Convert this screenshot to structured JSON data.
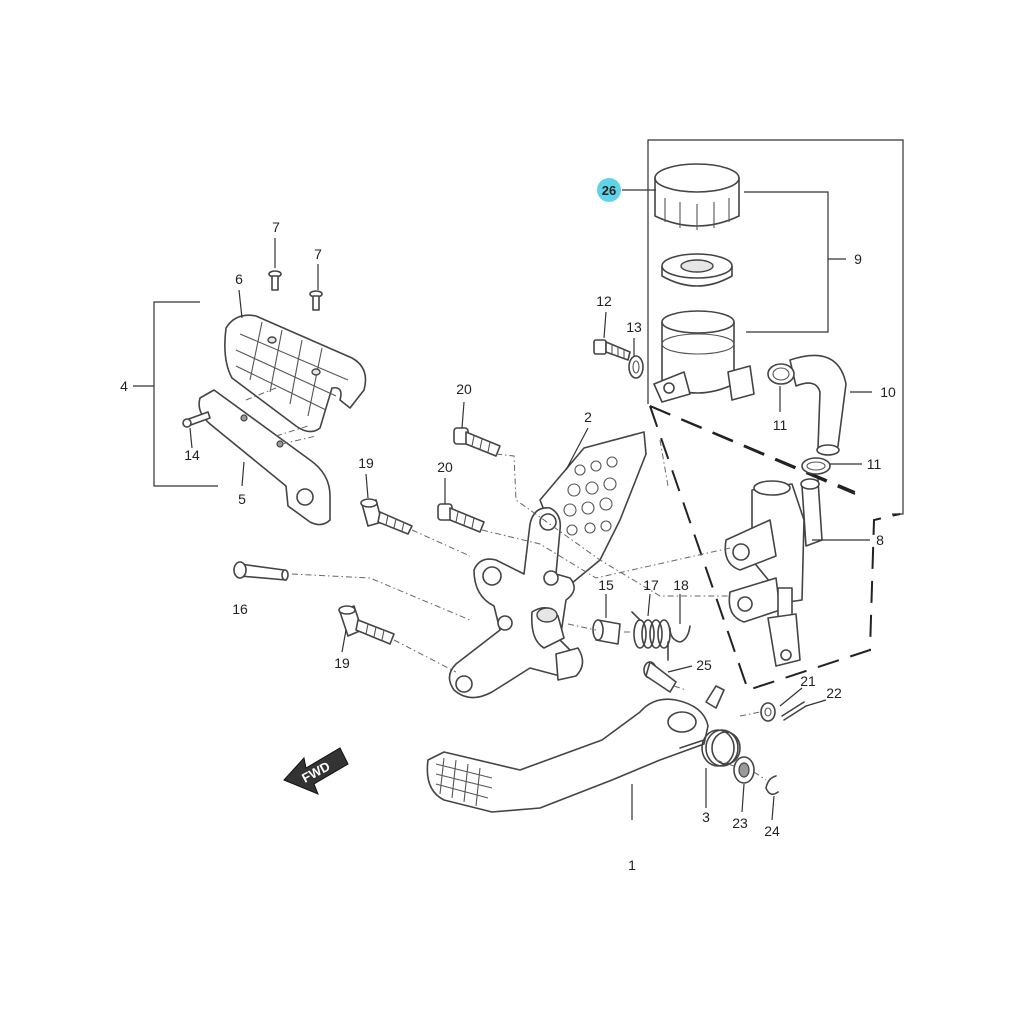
{
  "callouts": {
    "p1": "1",
    "p2": "2",
    "p3": "3",
    "p4": "4",
    "p5": "5",
    "p6": "6",
    "p7a": "7",
    "p7b": "7",
    "p8": "8",
    "p9": "9",
    "p10": "10",
    "p11a": "11",
    "p11b": "11",
    "p12": "12",
    "p13": "13",
    "p14": "14",
    "p15": "15",
    "p16": "16",
    "p17": "17",
    "p18": "18",
    "p19a": "19",
    "p19b": "19",
    "p20a": "20",
    "p20b": "20",
    "p21": "21",
    "p22": "22",
    "p23": "23",
    "p24": "24",
    "p25": "25",
    "p26": "26"
  },
  "direction_arrow": {
    "label": "FWD"
  },
  "colors": {
    "highlight": "#5fd3e8",
    "line": "#444444",
    "background": "#ffffff"
  }
}
